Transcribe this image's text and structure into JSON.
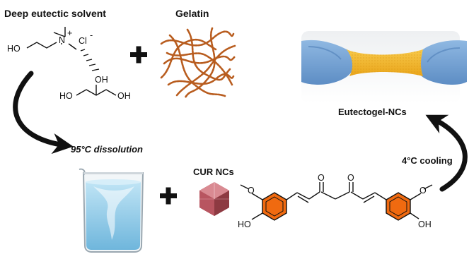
{
  "labels": {
    "des_title": "Deep eutectic solvent",
    "gelatin": "Gelatin",
    "dissolution": "95°C dissolution",
    "cur_ncs": "CUR NCs",
    "cooling": "4°C cooling",
    "eutectogel": "Eutectogel-NCs"
  },
  "choline": {
    "ho": "HO",
    "n": "N",
    "n_charge": "+",
    "cl": "Cl",
    "cl_charge": "-"
  },
  "glycerol": {
    "oh_top": "OH",
    "ho_left": "HO",
    "oh_right": "OH"
  },
  "curcumin": {
    "o_left": "O",
    "o_right": "O",
    "ome_left": "O",
    "ome_right": "O",
    "ho_left": "HO",
    "oh_right": "OH"
  },
  "colors": {
    "ring_fill": "#f06a10",
    "gelatin": "#b85c1e",
    "crystal": "#b85560",
    "glove": "#6f9fd1",
    "gel": "#f2b627",
    "water": "#8fcbe8",
    "plus": "#111111"
  },
  "icons": [
    "plus-icon",
    "beaker-icon",
    "crystal-icon",
    "gelatin-network-icon",
    "gel-photo-icon",
    "curved-arrow-icon"
  ]
}
